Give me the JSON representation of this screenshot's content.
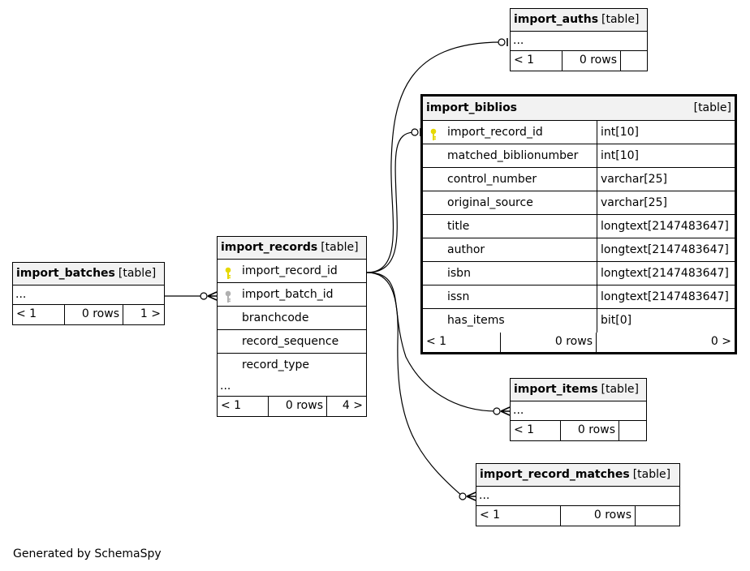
{
  "tables": {
    "import_auths": {
      "name": "import_auths",
      "tag": "[table]",
      "more": "...",
      "footer": {
        "parents": "< 1",
        "rows": "0 rows",
        "children": ""
      }
    },
    "import_biblios": {
      "name": "import_biblios",
      "tag": "[table]",
      "columns": [
        {
          "name": "import_record_id",
          "type": "int[10]",
          "key": "primary"
        },
        {
          "name": "matched_biblionumber",
          "type": "int[10]",
          "key": ""
        },
        {
          "name": "control_number",
          "type": "varchar[25]",
          "key": ""
        },
        {
          "name": "original_source",
          "type": "varchar[25]",
          "key": ""
        },
        {
          "name": "title",
          "type": "longtext[2147483647]",
          "key": ""
        },
        {
          "name": "author",
          "type": "longtext[2147483647]",
          "key": ""
        },
        {
          "name": "isbn",
          "type": "longtext[2147483647]",
          "key": ""
        },
        {
          "name": "issn",
          "type": "longtext[2147483647]",
          "key": ""
        },
        {
          "name": "has_items",
          "type": "bit[0]",
          "key": ""
        }
      ],
      "footer": {
        "parents": "< 1",
        "rows": "0 rows",
        "children": "0 >"
      }
    },
    "import_records": {
      "name": "import_records",
      "tag": "[table]",
      "more": "...",
      "columns": [
        {
          "name": "import_record_id",
          "key": "primary"
        },
        {
          "name": "import_batch_id",
          "key": "foreign"
        },
        {
          "name": "branchcode",
          "key": ""
        },
        {
          "name": "record_sequence",
          "key": ""
        },
        {
          "name": "record_type",
          "key": ""
        }
      ],
      "footer": {
        "parents": "< 1",
        "rows": "0 rows",
        "children": "4 >"
      }
    },
    "import_batches": {
      "name": "import_batches",
      "tag": "[table]",
      "more": "...",
      "footer": {
        "parents": "< 1",
        "rows": "0 rows",
        "children": "1 >"
      }
    },
    "import_items": {
      "name": "import_items",
      "tag": "[table]",
      "more": "...",
      "footer": {
        "parents": "< 1",
        "rows": "0 rows",
        "children": ""
      }
    },
    "import_record_matches": {
      "name": "import_record_matches",
      "tag": "[table]",
      "more": "...",
      "footer": {
        "parents": "< 1",
        "rows": "0 rows",
        "children": ""
      }
    }
  },
  "colors": {
    "primary_key": "#e6d800",
    "foreign_key": "#b0b0b0",
    "header_bg": "#f2f2f2",
    "line": "#000000"
  },
  "footer_text": "Generated by SchemaSpy"
}
